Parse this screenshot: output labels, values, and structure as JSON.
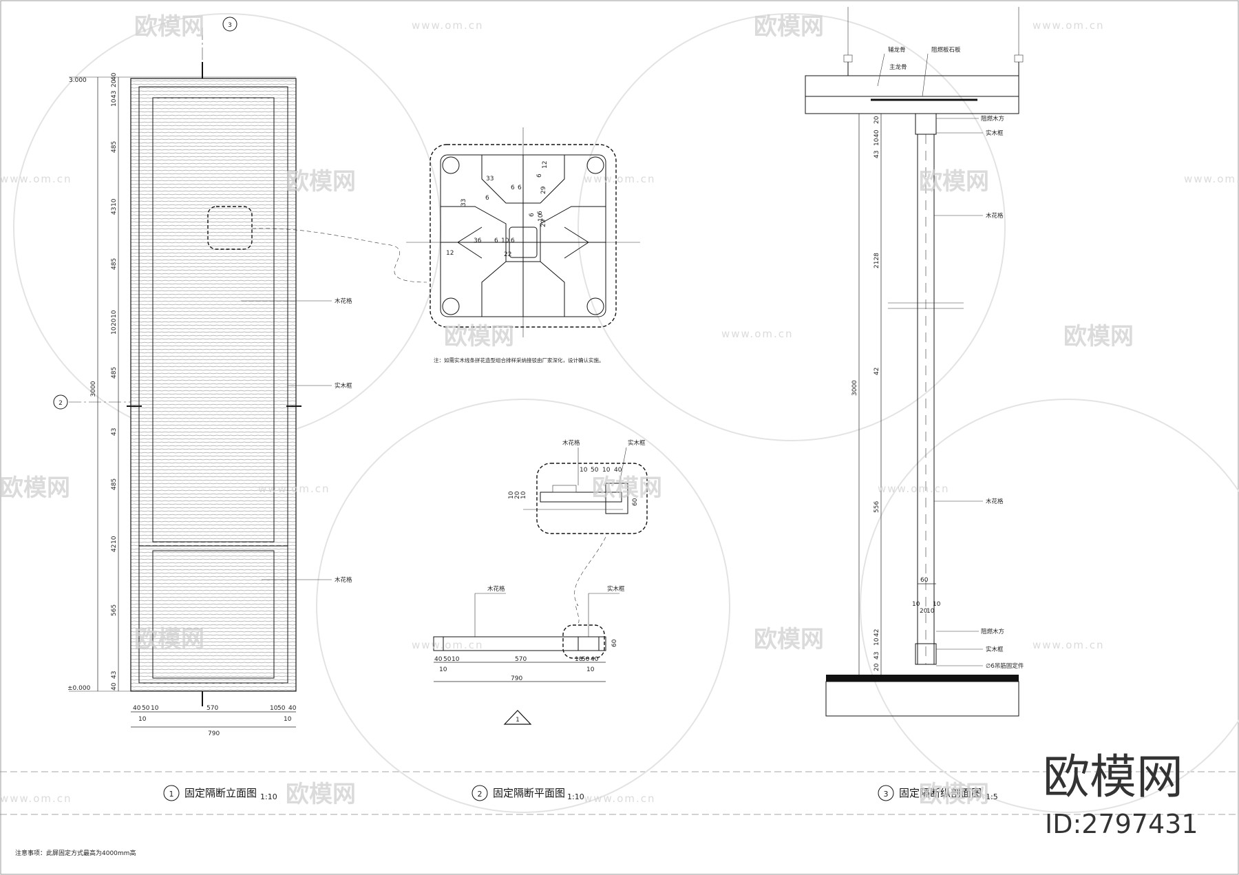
{
  "views": [
    {
      "num": "1",
      "title": "固定隔断立面图",
      "scale": "1:10"
    },
    {
      "num": "2",
      "title": "固定隔断平面图",
      "scale": "1:10"
    },
    {
      "num": "3",
      "title": "固定隔断纵剖面图",
      "scale": "1:5"
    }
  ],
  "elevation": {
    "ref_marks": [
      "3",
      "2"
    ],
    "levels": [
      "3.000",
      "±0.000"
    ],
    "total_height": "3000",
    "left_dims": [
      "40",
      "20",
      "43",
      "10",
      "485",
      "10",
      "43",
      "485",
      "10",
      "20",
      "10",
      "485",
      "43",
      "485",
      "10",
      "42",
      "565",
      "43",
      "40"
    ],
    "bottom_dims": [
      "40",
      "50",
      "10",
      "570",
      "10",
      "50",
      "40",
      "10",
      "10",
      "790"
    ],
    "labels": [
      "木花格",
      "实木框",
      "木花格"
    ]
  },
  "detail": {
    "dims": [
      "33",
      "6",
      "12",
      "6",
      "6",
      "29",
      "33",
      "6",
      "6",
      "10",
      "6",
      "29",
      "36",
      "6",
      "10",
      "6",
      "12",
      "22"
    ],
    "note": "注：如需实木线条拼花造型组合排样采纳接驳由厂家深化，设计确认实施。"
  },
  "plan": {
    "labels": [
      "木花格",
      "实木框",
      "木花格",
      "实木框"
    ],
    "zoom_dims": [
      "10",
      "50",
      "10",
      "40",
      "10",
      "20",
      "10",
      "60"
    ],
    "dims": [
      "40",
      "50",
      "10",
      "570",
      "10",
      "50",
      "40",
      "10",
      "10",
      "60",
      "790"
    ],
    "dir_mark": "1"
  },
  "section": {
    "labels": [
      "辅龙骨",
      "阻燃板石板",
      "主龙骨",
      "阻燃木方",
      "实木框",
      "木花格",
      "木花格",
      "阻燃木方",
      "实木框",
      "∅6吊筋固定件"
    ],
    "dims": [
      "20",
      "40",
      "10",
      "43",
      "2128",
      "42",
      "3000",
      "556",
      "60",
      "10",
      "10",
      "20",
      "10",
      "42",
      "10",
      "43",
      "20"
    ]
  },
  "footer_note": "注意事项：此屏固定方式最高为4000mm高",
  "watermark": {
    "brand": "欧模网",
    "url": "www.om.cn",
    "id": "ID:2797431"
  }
}
